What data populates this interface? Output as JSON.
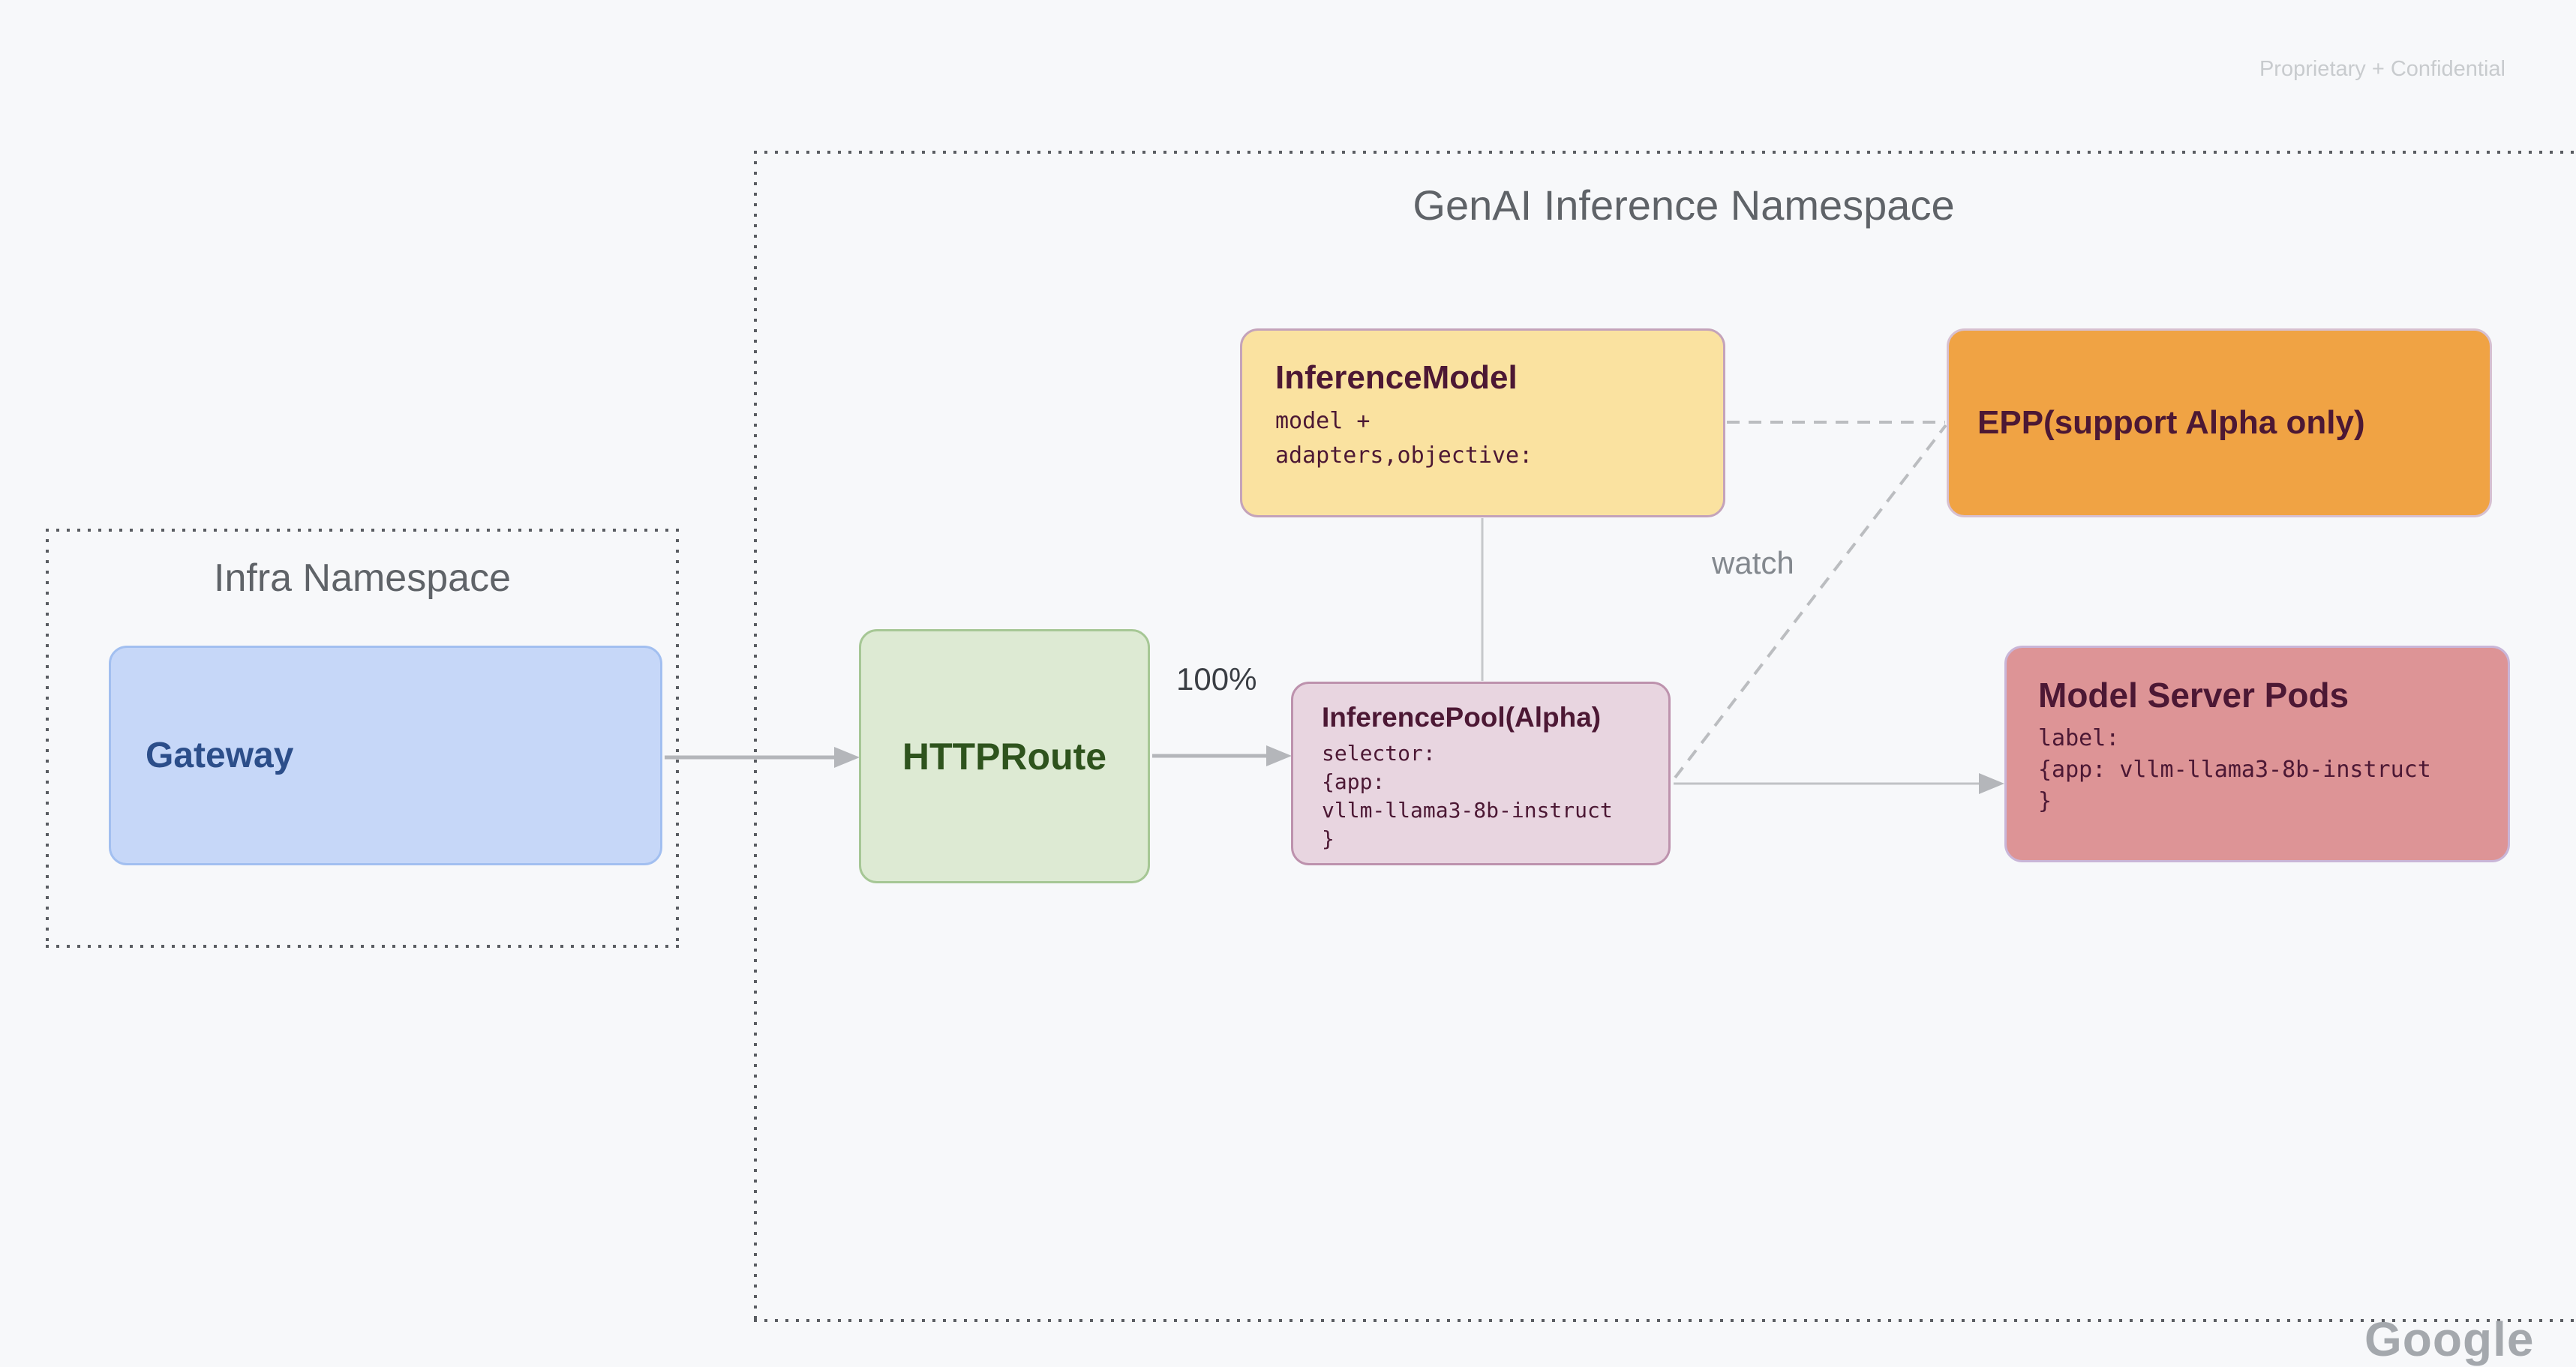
{
  "watermark": "Proprietary + Confidential",
  "footer": {
    "partial_logo_text": "Google"
  },
  "infra_namespace": {
    "title": "Infra Namespace",
    "nodes": {
      "gateway": {
        "title": "Gateway"
      }
    }
  },
  "genai_namespace": {
    "title": "GenAI Inference Namespace",
    "nodes": {
      "httproute": {
        "title": "HTTPRoute"
      },
      "inference_model": {
        "title": "InferenceModel",
        "body_lines": [
          "model +",
          "adapters,objective:"
        ]
      },
      "epp": {
        "title": "EPP(support Alpha only)"
      },
      "inference_pool": {
        "title": "InferencePool(Alpha)",
        "body_lines": [
          "selector:",
          "{app:",
          "vllm-llama3-8b-instruct",
          "}"
        ]
      },
      "model_server_pods": {
        "title": "Model Server Pods",
        "body_lines": [
          "label:",
          "{app: vllm-llama3-8b-instruct",
          "}"
        ]
      }
    }
  },
  "edge_labels": {
    "route_weight": "100%",
    "watch": "watch"
  },
  "colors": {
    "canvas_bg": "#F7F8FA",
    "namespace_dots": "#5A5D62",
    "namespace_title": "#5F6368",
    "gateway_fill": "#C6D7F8",
    "gateway_border": "#A2BFF0",
    "gateway_text": "#2C4E8A",
    "httproute_fill": "#DDEAD3",
    "httproute_border": "#A6C795",
    "httproute_text": "#2E531D",
    "inference_model_fill": "#FAE2A0",
    "inference_model_border": "#C4A3BA",
    "epp_fill": "#F0A344",
    "epp_border": "#D7C0D0",
    "inference_pool_fill": "#E8D5E0",
    "inference_pool_border": "#BD92AD",
    "model_server_fill": "#DD9496",
    "model_server_border": "#C9B6D8",
    "maroon_text": "#4C1834",
    "arrow_line": "#B4B6BA",
    "dashed_line": "#BBBDC0",
    "edge_label_dark": "#3A3E44",
    "edge_label_gray": "#83888E",
    "watermark_text": "#C8CBCE"
  }
}
